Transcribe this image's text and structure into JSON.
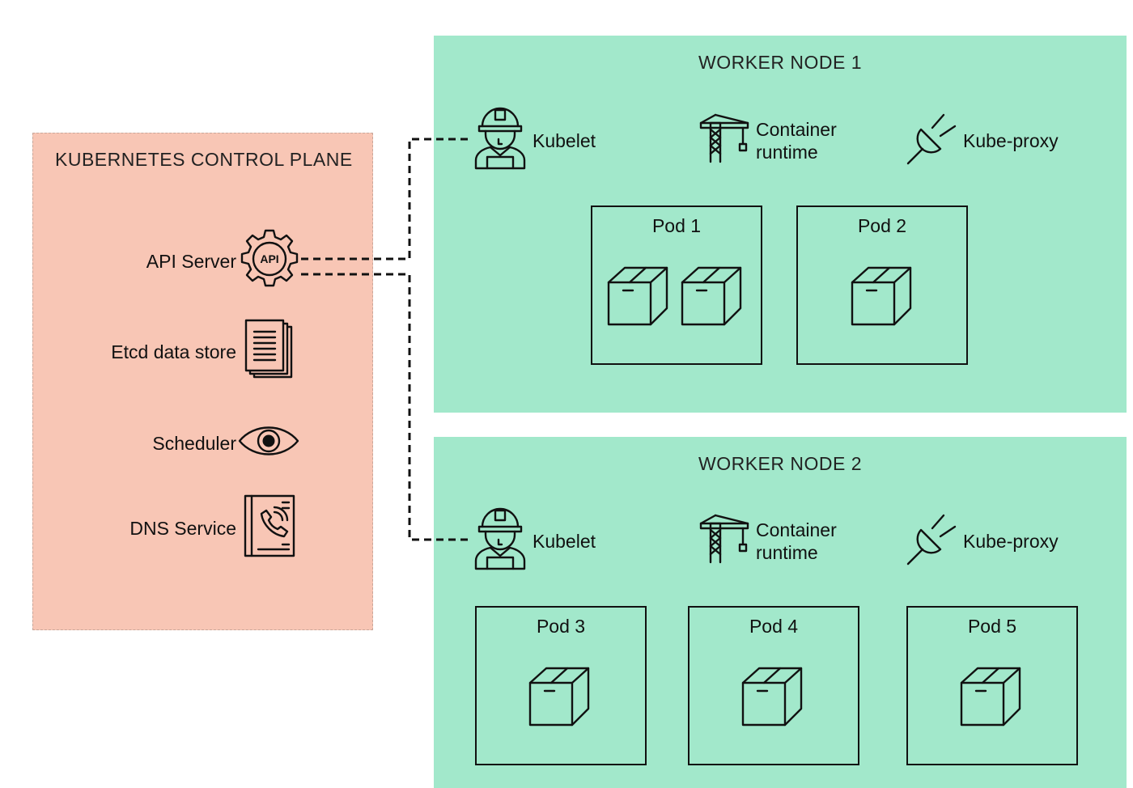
{
  "control_plane": {
    "title": "KUBERNETES CONTROL PLANE",
    "components": {
      "api_server": "API Server",
      "api_badge": "API",
      "etcd": "Etcd data store",
      "scheduler": "Scheduler",
      "dns": "DNS Service"
    }
  },
  "worker_node_1": {
    "title": "WORKER NODE 1",
    "kubelet": "Kubelet",
    "container_runtime_line1": "Container",
    "container_runtime_line2": "runtime",
    "kube_proxy": "Kube-proxy",
    "pods": [
      "Pod 1",
      "Pod 2"
    ]
  },
  "worker_node_2": {
    "title": "WORKER NODE 2",
    "kubelet": "Kubelet",
    "container_runtime_line1": "Container",
    "container_runtime_line2": "runtime",
    "kube_proxy": "Kube-proxy",
    "pods": [
      "Pod 3",
      "Pod 4",
      "Pod 5"
    ]
  },
  "colors": {
    "control_plane_bg": "#f8c6b5",
    "worker_bg": "#a2e8cb",
    "line": "#111111"
  },
  "icons": {
    "api_server": "api-gear-icon",
    "etcd": "document-stack-icon",
    "scheduler": "eye-icon",
    "dns": "phone-book-icon",
    "kubelet": "worker-helmet-icon",
    "container_runtime": "crane-icon",
    "kube_proxy": "plug-icon",
    "container": "container-box-icon"
  }
}
